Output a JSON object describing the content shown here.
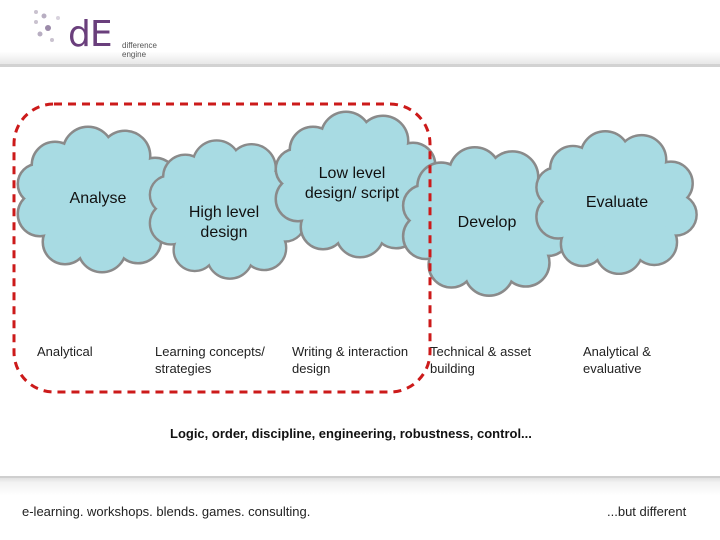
{
  "logo": {
    "mark": "dE",
    "tagline": "difference engine",
    "mark_color": "#6a3f7c"
  },
  "stages": [
    {
      "label": "Analyse",
      "lane": "Analytical"
    },
    {
      "label": "High level design",
      "lane": "Learning concepts/ strategies"
    },
    {
      "label": "Low level design/ script",
      "lane": "Writing & interaction design"
    },
    {
      "label": "Develop",
      "lane": "Technical & asset building"
    },
    {
      "label": "Evaluate",
      "lane": "Analytical & evaluative"
    }
  ],
  "summary": "Logic, order, discipline, engineering, robustness, control...",
  "footer": {
    "left": "e-learning. workshops. blends. games. consulting.",
    "right": "...but different"
  },
  "colors": {
    "cloud_fill": "#a8dbe3",
    "cloud_stroke": "#8a8a8a",
    "highlight_border": "#cc1a1a"
  }
}
